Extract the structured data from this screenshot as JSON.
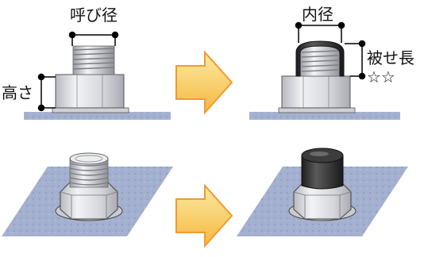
{
  "labels": {
    "nominal_diameter": "呼び径",
    "height": "高さ",
    "inner_diameter": "内径",
    "cap_length": "被せ長",
    "stars": "☆☆"
  },
  "colors": {
    "arrow_fill": "#f7c650",
    "arrow_stroke": "#f29a2e",
    "base_plate": "#9aa7c8",
    "cap_black": "#2d2d2d",
    "nut_grey": "#d9dade",
    "dimension_line": "#000000"
  },
  "icons": {
    "arrow_top": "right-arrow-icon",
    "arrow_bottom": "right-arrow-icon"
  }
}
